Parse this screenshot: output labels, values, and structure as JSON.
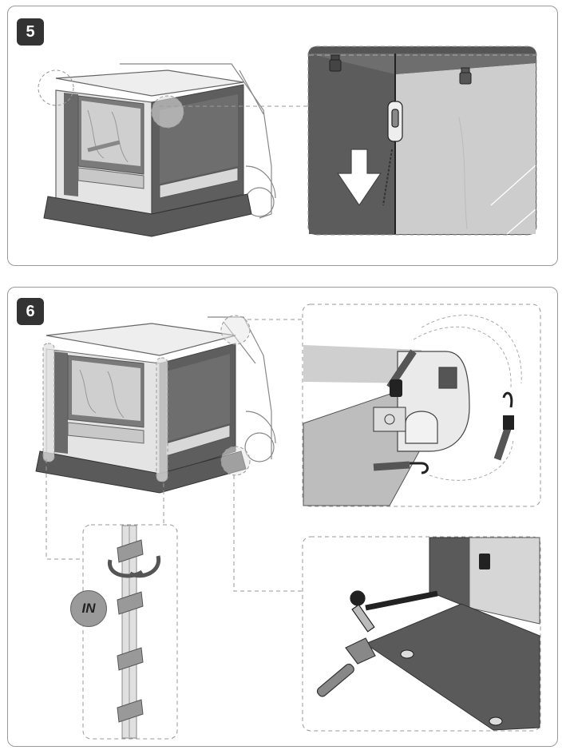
{
  "steps": [
    {
      "number": "5"
    },
    {
      "number": "6",
      "callout_label": "IN"
    }
  ],
  "colors": {
    "dark_gray": "#5a5a5a",
    "mid_gray": "#8a8a8a",
    "light_gray": "#d6d6d6",
    "wall_light": "#e6e6e6",
    "badge": "#333333",
    "outline": "#9a9a9a"
  },
  "icons": [
    "down-arrow-icon",
    "rotate-arrows-icon",
    "hammer-icon",
    "zipper-pull-icon",
    "strap-hook-icon",
    "ground-peg-icon"
  ]
}
